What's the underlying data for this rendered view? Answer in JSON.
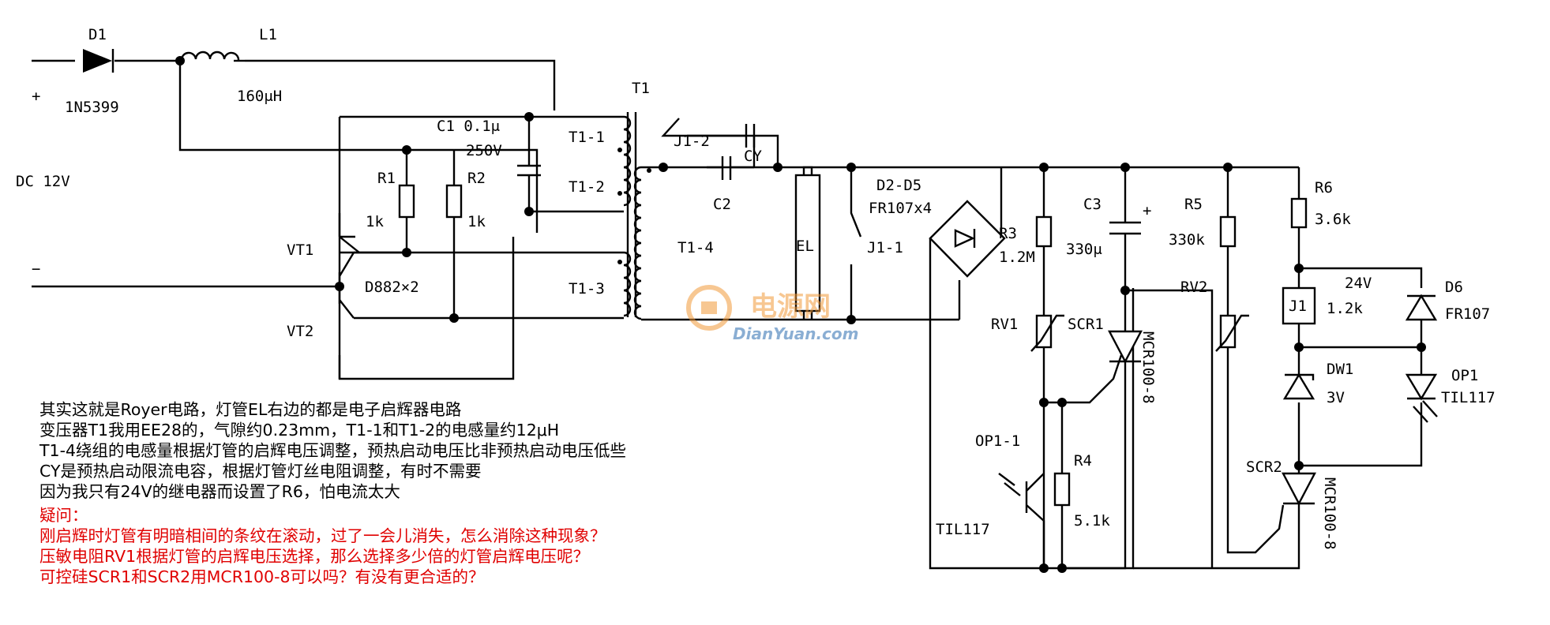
{
  "schematic": {
    "labels": {
      "plus": "+",
      "minus": "−",
      "dc": "DC 12V",
      "d1": "D1",
      "d1_part": "1N5399",
      "l1": "L1",
      "l1_val": "160μH",
      "t1": "T1",
      "t1_1": "T1-1",
      "t1_2": "T1-2",
      "t1_3": "T1-3",
      "t1_4": "T1-4",
      "c1": "C1 0.1μ",
      "c1_v": "250V",
      "r1": "R1",
      "r1_val": "1k",
      "r2": "R2",
      "r2_val": "1k",
      "vt1": "VT1",
      "vt2": "VT2",
      "d882": "D882×2",
      "j1_2": "J1-2",
      "cy": "CY",
      "c2": "C2",
      "el": "EL",
      "d2d5": "D2-D5",
      "fr107x4": "FR107x4",
      "j1_1": "J1-1",
      "r3": "R3",
      "r3_val": "1.2M",
      "c3": "C3",
      "c3_plus": "+",
      "c3_val": "330μ",
      "r5": "R5",
      "r5_val": "330k",
      "rv1": "RV1",
      "rv2": "RV2",
      "scr1": "SCR1",
      "mcr1": "MCR100-8",
      "r6": "R6",
      "r6_val": "3.6k",
      "v24": "24V",
      "j1": "J1",
      "j1_val": "1.2k",
      "d6": "D6",
      "fr107": "FR107",
      "dw1": "DW1",
      "dw1_val": "3V",
      "op1": "OP1",
      "til117a": "TIL117",
      "op1_1": "OP1-1",
      "r4": "R4",
      "r4_val": "5.1k",
      "til117b": "TIL117",
      "scr2": "SCR2",
      "mcr2": "MCR100-8"
    },
    "watermark": {
      "brand": "电源网",
      "url": "DianYuan.com"
    }
  },
  "notes": [
    "其实这就是Royer电路，灯管EL右边的都是电子启辉器电路",
    "变压器T1我用EE28的，气隙约0.23mm，T1-1和T1-2的电感量约12μH",
    "T1-4绕组的电感量根据灯管的启辉电压调整，预热启动电压比非预热启动电压低些",
    "CY是预热启动限流电容，根据灯管灯丝电阻调整，有时不需要",
    "因为我只有24V的继电器而设置了R6，怕电流太大"
  ],
  "questions": [
    "疑问：",
    "刚启辉时灯管有明暗相间的条纹在滚动，过了一会儿消失，怎么消除这种现象？",
    "压敏电阻RV1根据灯管的启辉电压选择，那么选择多少倍的灯管启辉电压呢？",
    "可控硅SCR1和SCR2用MCR100-8可以吗？有没有更合适的？"
  ],
  "colors": {
    "ink": "#000000",
    "question": "#e00000",
    "watermark_orange": "#f29a3a",
    "watermark_blue": "#2b6cb0"
  }
}
